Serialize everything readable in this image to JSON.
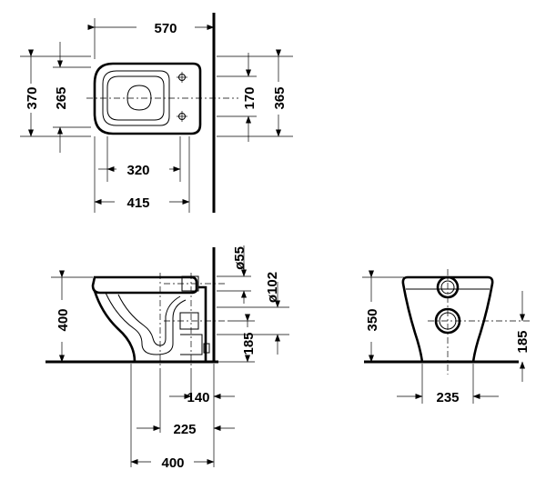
{
  "top_view": {
    "width_570": "570",
    "depth_370": "370",
    "seat_depth_265": "265",
    "fixing_170": "170",
    "depth_365": "365",
    "width_320": "320",
    "width_415": "415"
  },
  "side_view": {
    "inlet_dia": "ø55",
    "outlet_dia": "ø102",
    "height_400": "400",
    "outlet_height_185": "185",
    "dist_140": "140",
    "dist_225": "225",
    "depth_400": "400"
  },
  "rear_view": {
    "height_350": "350",
    "outlet_height_185": "185",
    "width_235": "235"
  }
}
